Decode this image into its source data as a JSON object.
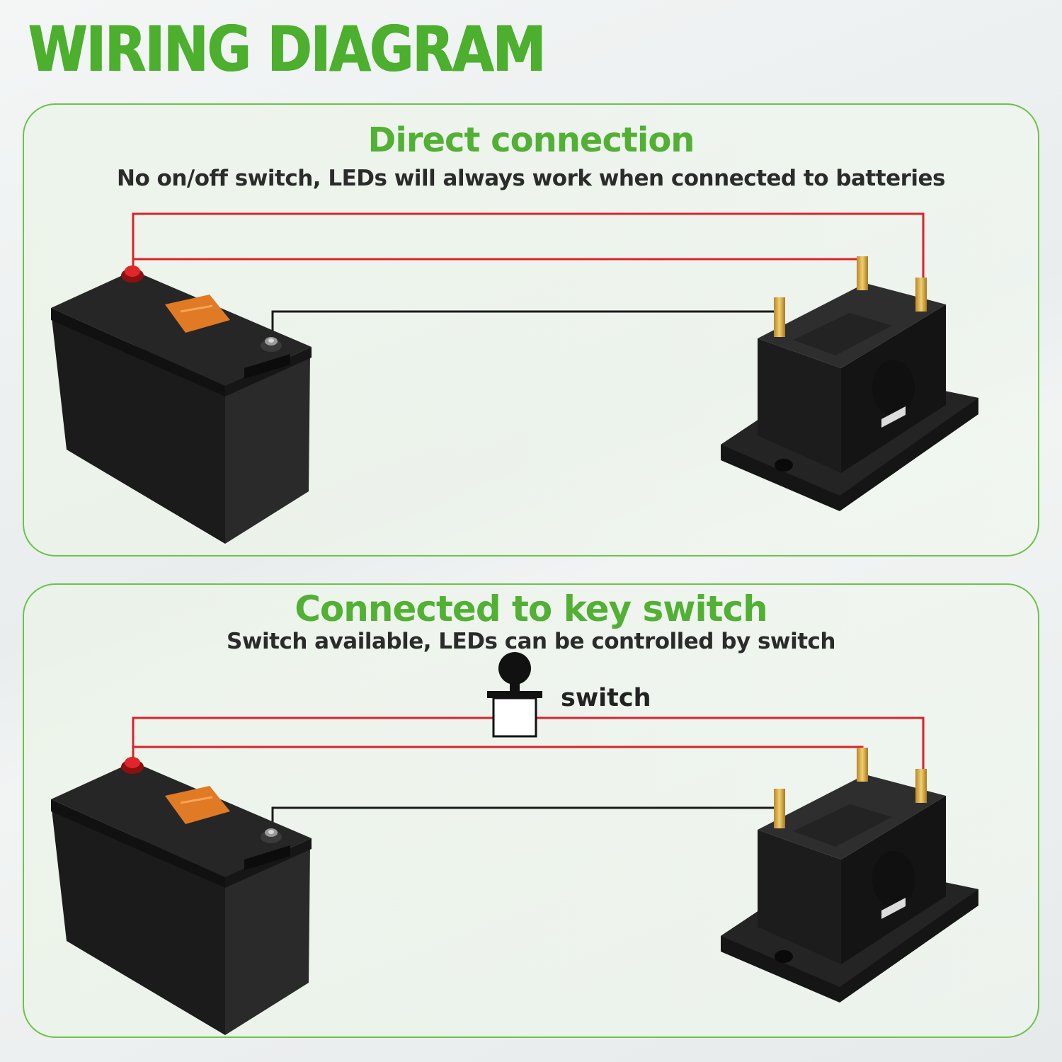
{
  "title": "WIRING DIAGRAM",
  "sections": [
    {
      "title": "Direct connection",
      "subtitle": "No on/off switch, LEDs will always work when connected to batteries"
    },
    {
      "title": "Connected to key switch",
      "subtitle": "Switch available, LEDs can be controlled by switch",
      "switch_label": "switch"
    }
  ],
  "colors": {
    "accent": "#4caf2e",
    "positive_wire": "#d9232a",
    "negative_wire": "#1a1a1a",
    "device_body": "#1e1e1e",
    "battery_display": "#e07a24"
  },
  "icons": [
    "battery-icon",
    "meter-device-icon",
    "key-switch-icon"
  ]
}
